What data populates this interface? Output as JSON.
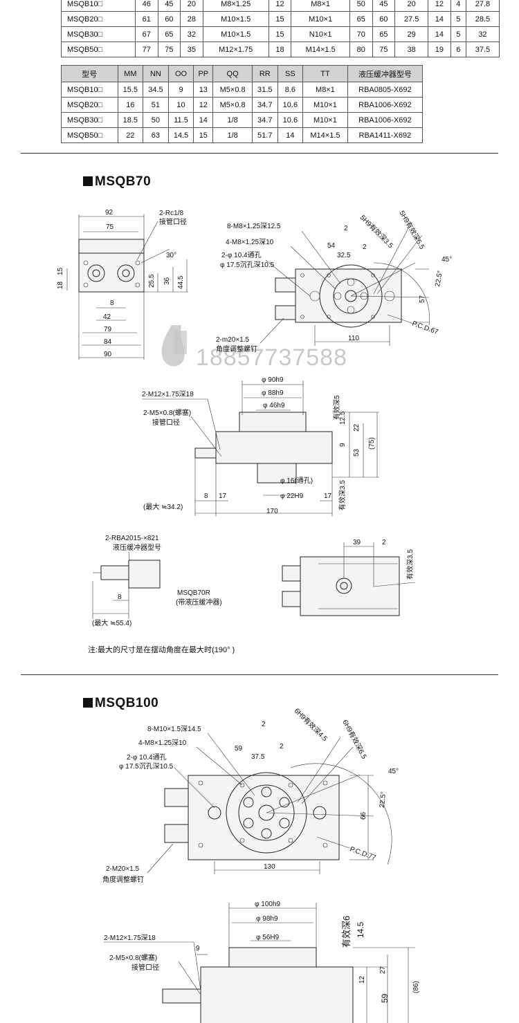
{
  "table1": {
    "rows": [
      [
        "MSQB10□",
        "46",
        "45",
        "20",
        "M8×1.25",
        "12",
        "M8×1",
        "50",
        "45",
        "20",
        "12",
        "4",
        "27.8"
      ],
      [
        "MSQB20□",
        "61",
        "60",
        "28",
        "M10×1.5",
        "15",
        "M10×1",
        "65",
        "60",
        "27.5",
        "14",
        "5",
        "28.5"
      ],
      [
        "MSQB30□",
        "67",
        "65",
        "32",
        "M10×1.5",
        "15",
        "N10×1",
        "70",
        "65",
        "29",
        "14",
        "5",
        "32"
      ],
      [
        "MSQB50□",
        "77",
        "75",
        "35",
        "M12×1.75",
        "18",
        "M14×1.5",
        "80",
        "75",
        "38",
        "19",
        "6",
        "37.5"
      ]
    ]
  },
  "table2": {
    "headers": [
      "型号",
      "MM",
      "NN",
      "OO",
      "PP",
      "QQ",
      "RR",
      "SS",
      "TT",
      "液压缓冲器型号"
    ],
    "rows": [
      [
        "MSQB10□",
        "15.5",
        "34.5",
        "9",
        "13",
        "M5×0.8",
        "31.5",
        "8.6",
        "M8×1",
        "RBA0805-X692"
      ],
      [
        "MSQB20□",
        "16",
        "51",
        "10",
        "12",
        "M5×0.8",
        "34.7",
        "10.6",
        "M10×1",
        "RBA1006-X692"
      ],
      [
        "MSQB30□",
        "18.5",
        "50",
        "11.5",
        "14",
        "1/8",
        "34.7",
        "10.6",
        "M10×1",
        "RBA1006-X692"
      ],
      [
        "MSQB50□",
        "22",
        "63",
        "14.5",
        "15",
        "1/8",
        "51.7",
        "14",
        "M14×1.5",
        "RBA1411-X692"
      ]
    ]
  },
  "msqb70": {
    "heading": "MSQB70",
    "side": {
      "d92": "92",
      "d75": "75",
      "d84": "84",
      "d90": "90",
      "d79": "79",
      "d42": "42",
      "d8": "8",
      "d18": "18",
      "d15": "15",
      "d25_5": "25.5",
      "d36": "36",
      "d44_5": "44.5",
      "rc": "2-Rc1/8",
      "rc_sub": "接管口径",
      "angle": "30°"
    },
    "top": {
      "a": "8-M8×1.25深12.5",
      "b": "4-M8×1.25深10",
      "c": "2-φ 10.4通孔",
      "c2": "φ 17.5沉孔深10.5",
      "d": "2-m20×1.5",
      "d2": "角度调整螺钉",
      "d54": "54",
      "d32_5": "32.5",
      "d2a": "2",
      "d2b": "2",
      "h1": "5H9有效深3.5",
      "h2": "5H9有效深5.5",
      "ang45": "45°",
      "ang22": "22.5°",
      "d57": "57",
      "d110": "110",
      "pcd": "P.C.D.67"
    },
    "front": {
      "p90": "φ 90h9",
      "p88": "φ 88h9",
      "p46": "φ 46h9",
      "m12": "2-M12×1.75深18",
      "m5": "2-M5×0.8(螺塞)",
      "m5b": "接管口径",
      "eff5": "有效深5",
      "eff3_5": "有效深3.5",
      "d12_5": "12.5",
      "d22": "22",
      "d9": "9",
      "d53": "53",
      "d75p": "(75)",
      "p16": "φ 16(通孔)",
      "p22": "φ 22H9",
      "d8": "8",
      "d17a": "17",
      "d17b": "17",
      "max": "(最大 ≒34.2)",
      "d170": "170"
    },
    "damper": {
      "title": "2-RBA2015-×821",
      "sub": "液压缓冲器型号",
      "d8": "8",
      "max": "(最大 ≒55.4)",
      "model": "MSQB70R",
      "model_sub": "(带液压缓冲器)",
      "d39": "39",
      "d2": "2",
      "eff": "有效深3.5"
    },
    "note": "注:最大的尺寸是在摆动角度在最大时(190°  )"
  },
  "watermark": "18857737588",
  "msqb100": {
    "heading": "MSQB100",
    "top": {
      "a": "8-M10×1.5深14.5",
      "b": "4-M8×1.25深10",
      "c": "2-φ 10.4通孔",
      "c2": "φ 17.5沉孔深10.5",
      "d": "2-M20×1.5",
      "d2": "角度调整螺钉",
      "d59": "59",
      "d37_5": "37.5",
      "d2a": "2",
      "d2b": "2",
      "h1": "6H9有效深4.5",
      "h2": "6H9有效深6.5",
      "ang45": "45°",
      "ang22": "22.5°",
      "d66": "66",
      "d130": "130",
      "pcd": "P.C.D.77"
    },
    "front": {
      "p100": "φ 100h9",
      "p98": "φ 98h9",
      "p56": "φ 56H9",
      "m12": "2-M12×1.75深18",
      "m5": "2-M5×0.8(螺塞)",
      "m5b": "接管口径",
      "d9": "9",
      "eff6": "有效深6",
      "d14_5": "14.5",
      "d27": "27",
      "d12": "12",
      "d59": "59",
      "d86": "(86)"
    }
  }
}
